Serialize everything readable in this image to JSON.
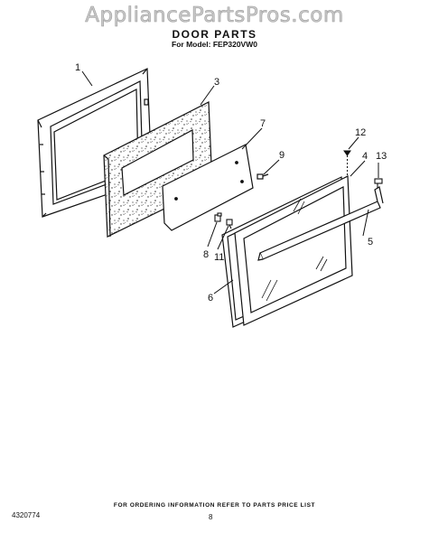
{
  "watermark": "AppliancePartsPros.com",
  "title": "DOOR PARTS",
  "model_prefix": "For Model:",
  "model_number": "FEP320VW0",
  "footer_note": "FOR ORDERING INFORMATION REFER TO PARTS PRICE LIST",
  "doc_number": "4320774",
  "page_number": "8",
  "callouts": {
    "c1": "1",
    "c3": "3",
    "c7": "7",
    "c9": "9",
    "c12": "12",
    "c4": "4",
    "c13": "13",
    "c5": "5",
    "c8": "8",
    "c11": "11",
    "c6": "6"
  }
}
